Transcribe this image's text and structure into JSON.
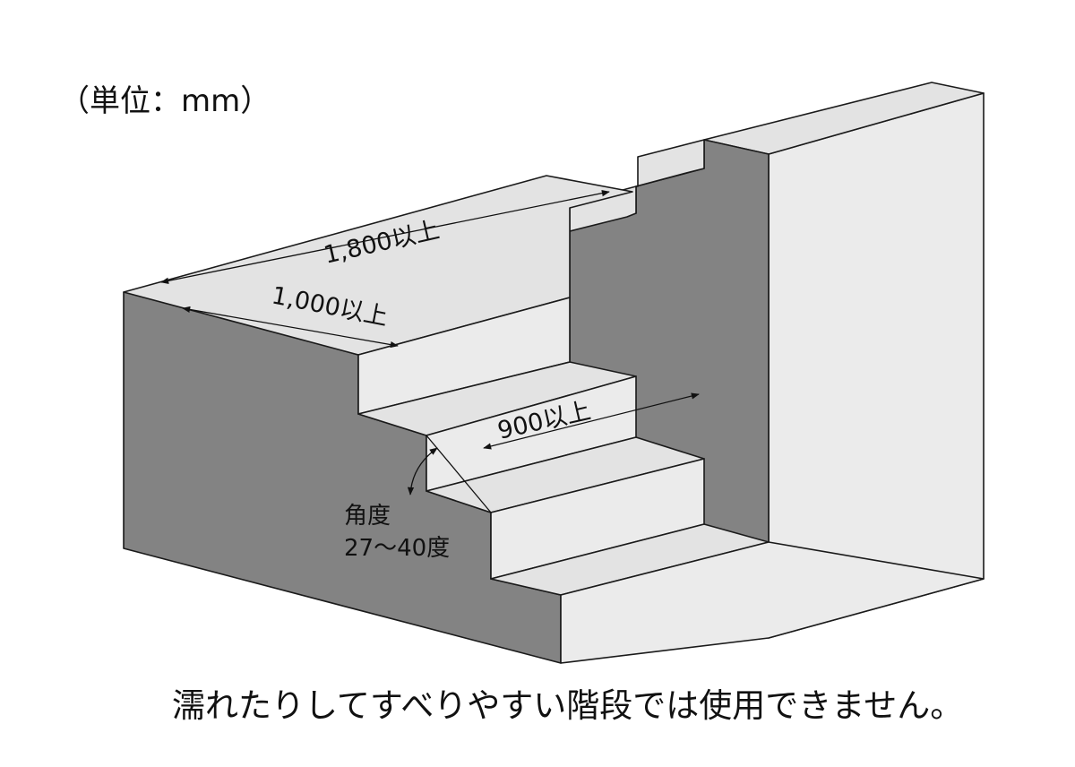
{
  "unit_label": "（単位：mm）",
  "dimensions": {
    "width_landing": "1,800以上",
    "depth_landing": "1,000以上",
    "tread_width": "900以上"
  },
  "angle": {
    "label_line1": "角度",
    "label_line2": "27～40度"
  },
  "note": "濡れたりしてすべりやすい階段では使用できません。",
  "colors": {
    "light_face": "#ebebeb",
    "top_face": "#e3e3e3",
    "dark_face": "#838383",
    "outline": "#1a1a1a"
  }
}
